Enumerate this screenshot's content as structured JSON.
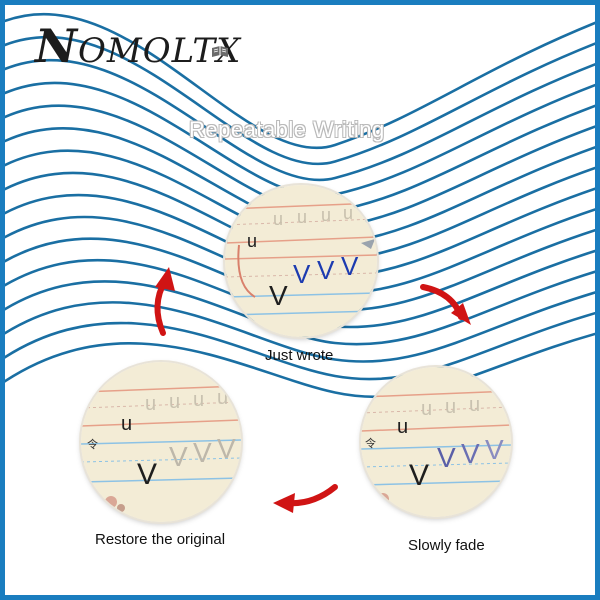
{
  "brand": {
    "name": "Nomoltx"
  },
  "headline": "Repeatable Writing",
  "steps": [
    {
      "caption": "Just wrote",
      "ink": "#1c3bb0"
    },
    {
      "caption": "Restore the original",
      "ink": "#2b2b2b"
    },
    {
      "caption": "Slowly fade",
      "ink": "#5a5fa8"
    }
  ],
  "colors": {
    "frame": "#1a7dbf",
    "waves": "#1a6fa3",
    "arrows": "#d01414",
    "paper": "#f3ecd6"
  }
}
